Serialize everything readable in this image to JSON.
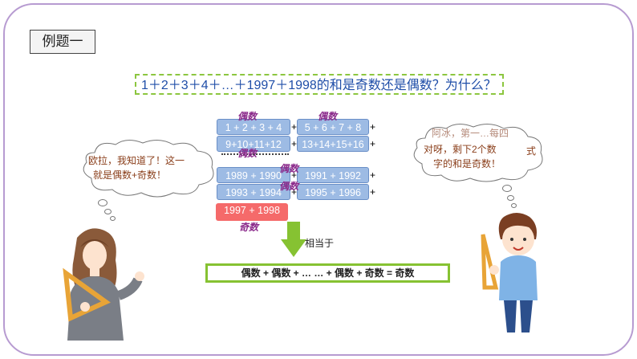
{
  "header": {
    "tab_label": "例题一"
  },
  "question": "1＋2＋3＋4＋…＋1997＋1998的和是奇数还是偶数？为什么？",
  "rows": [
    {
      "left": "1 + 2 + 3 + 4",
      "right": "5 + 6 + 7 + 8"
    },
    {
      "left": "9+10+11+12",
      "right": "13+14+15+16"
    },
    {
      "left": "1989 + 1990",
      "right": "1991 + 1992"
    },
    {
      "left": "1993 + 1994",
      "right": "1995 + 1996"
    }
  ],
  "plus_sign": "+",
  "last_pair": "1997 + 1998",
  "labels": {
    "even": "偶数",
    "odd": "奇数"
  },
  "equivalent_label": "相当于",
  "result_text": "偶数 + 偶数 + … … + 偶数 + 奇数 = 奇数",
  "bubbles": {
    "left": {
      "line1": "欧拉，我知道了！这一",
      "line2": "就是偶数+奇数！"
    },
    "right": {
      "behind": "阿冰，第一…每四",
      "line1": "对呀，剩下2个数",
      "line2": "字的和是奇数！",
      "trail": "式"
    }
  },
  "colors": {
    "frame": "#b79bd1",
    "box": "#9dbbe4",
    "odd_box": "#f56a6a",
    "accent": "#86c232",
    "label": "#8b2a8b"
  }
}
